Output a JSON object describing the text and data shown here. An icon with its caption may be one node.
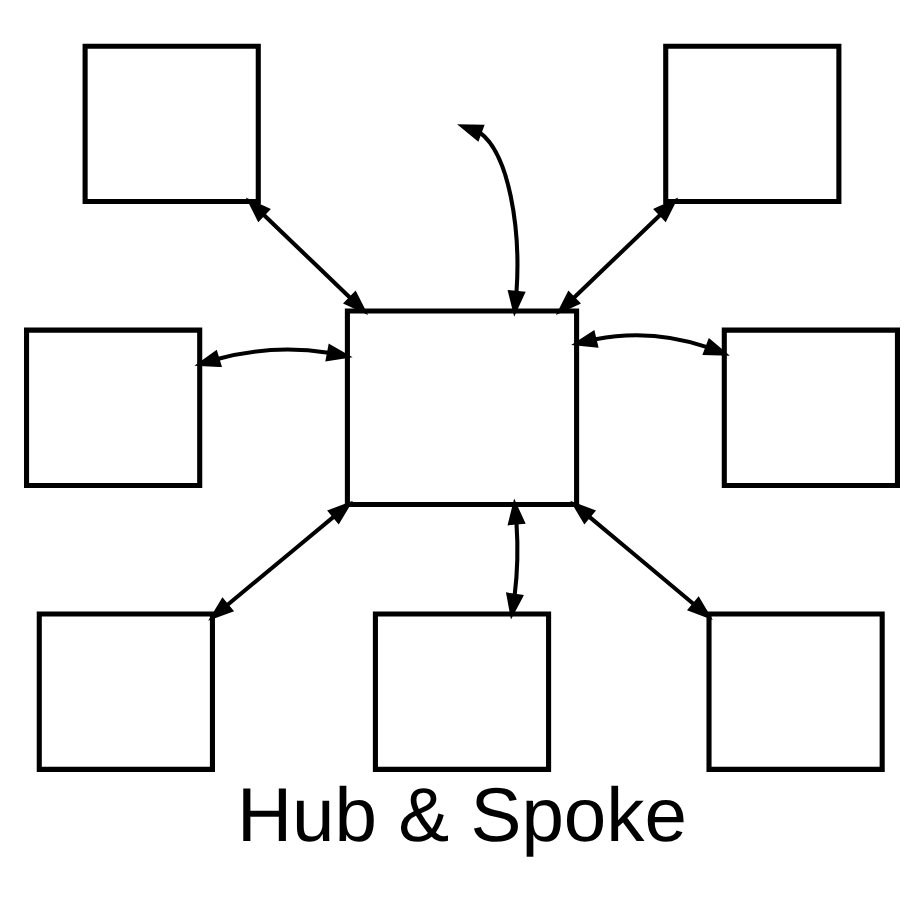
{
  "diagram": {
    "caption": "Hub & Spoke",
    "nodes": [
      {
        "text": [],
        "shape": "box"
      },
      {
        "text": [],
        "shape": "box"
      },
      {
        "text": [],
        "shape": "box"
      },
      {
        "text": [],
        "shape": "box"
      },
      {
        "text": [],
        "shape": "box"
      },
      {
        "text": [],
        "shape": "box"
      },
      {
        "text": [],
        "shape": "box"
      },
      {
        "text": [],
        "shape": "box"
      }
    ],
    "edges": [
      {
        "from": 0,
        "to": null,
        "arrow": "both"
      },
      {
        "from": 0,
        "to": 1,
        "arrow": "both"
      },
      {
        "from": 0,
        "to": 2,
        "arrow": "both"
      },
      {
        "from": 0,
        "to": 3,
        "arrow": "both"
      },
      {
        "from": 0,
        "to": 4,
        "arrow": "both"
      },
      {
        "from": 0,
        "to": 5,
        "arrow": "both"
      },
      {
        "from": 0,
        "to": 6,
        "arrow": "both"
      },
      {
        "from": 0,
        "to": 7,
        "arrow": "both"
      }
    ]
  }
}
